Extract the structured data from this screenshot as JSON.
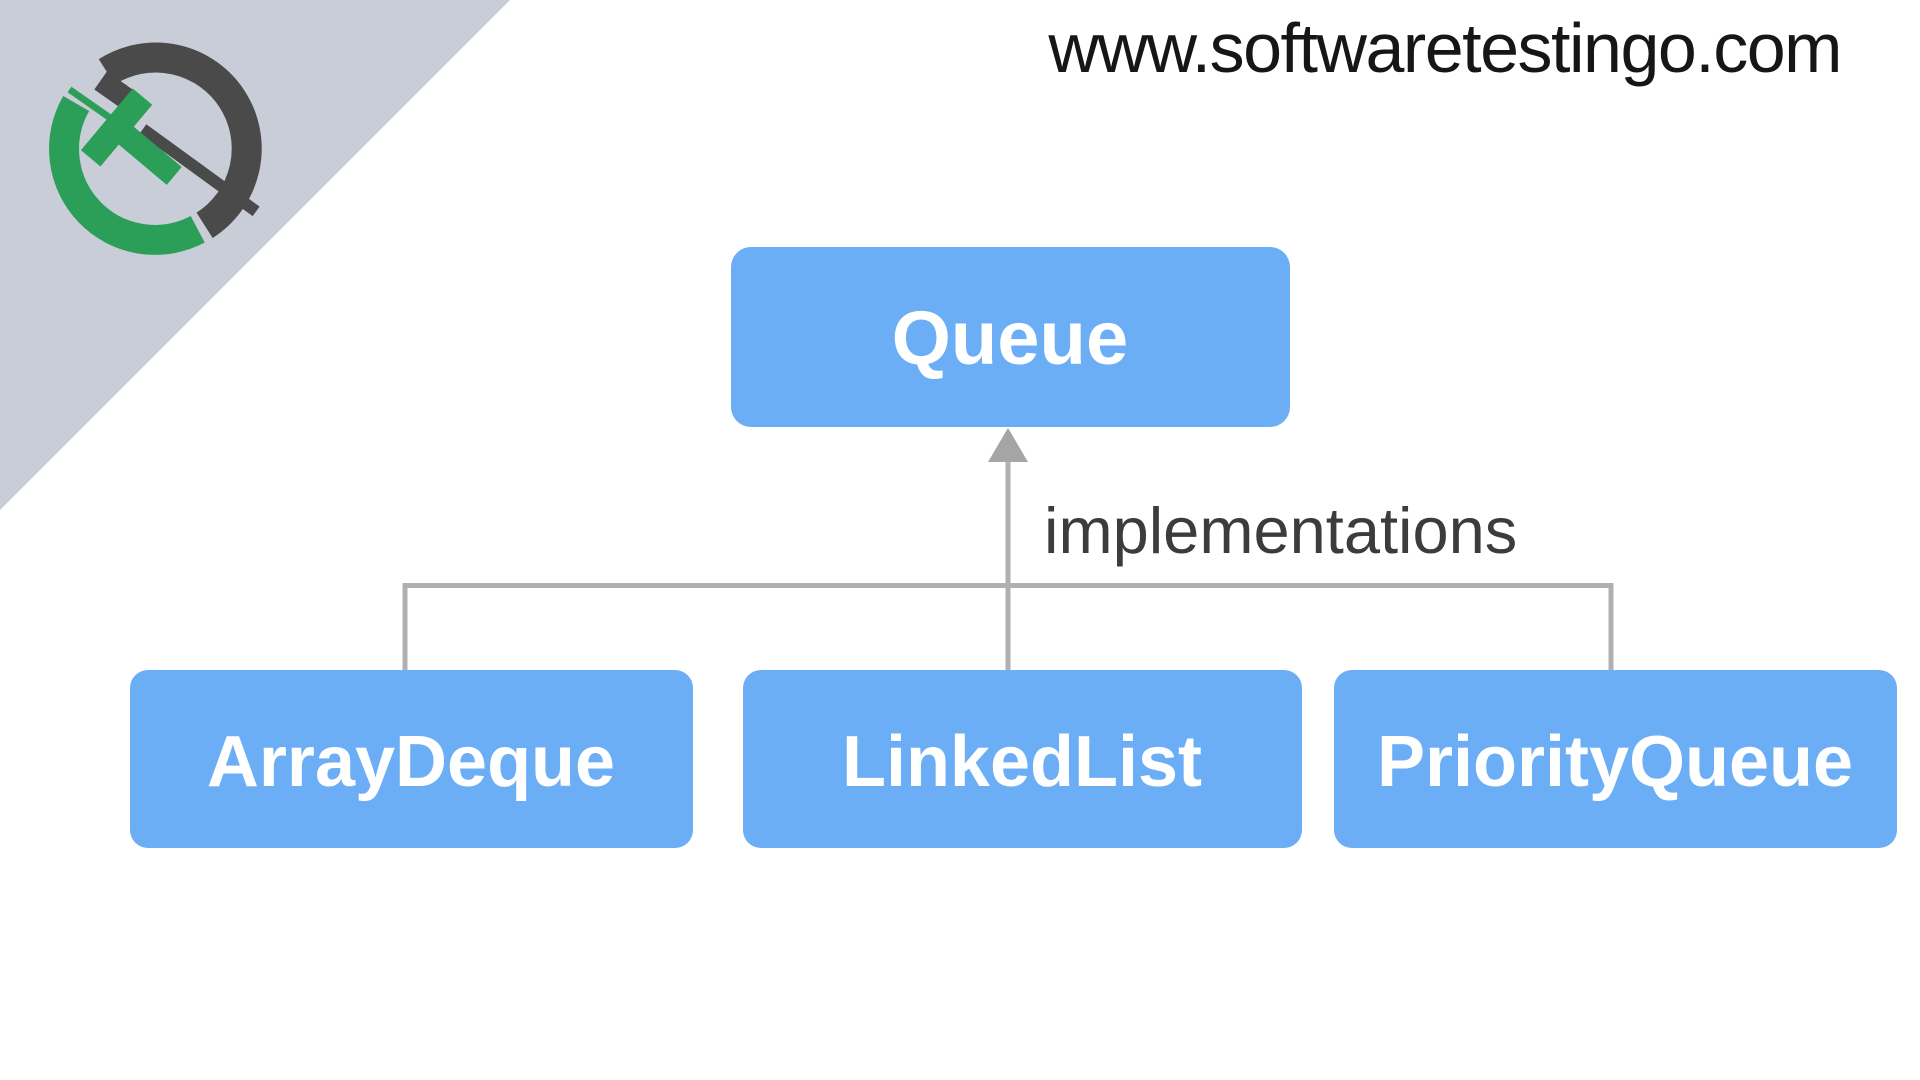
{
  "header": {
    "url": "www.softwaretestingo.com",
    "color": "#161616"
  },
  "branding": {
    "logo_name": "softwaretestingo-logo",
    "triangle_color": "#c8cdd7",
    "logo_dark": "#4a4a4a",
    "logo_green": "#2b9e57"
  },
  "diagram": {
    "type": "hierarchy",
    "root": {
      "label": "Queue"
    },
    "edge_label": "implementations",
    "edge_label_color": "#3c3c3c",
    "children": [
      {
        "label": "ArrayDeque"
      },
      {
        "label": "LinkedList"
      },
      {
        "label": "PriorityQueue"
      }
    ],
    "node_fill": "#6caef6",
    "node_text_color": "#ffffff",
    "connector_color": "#b0b0b0",
    "arrow_color": "#a5a5a5"
  }
}
